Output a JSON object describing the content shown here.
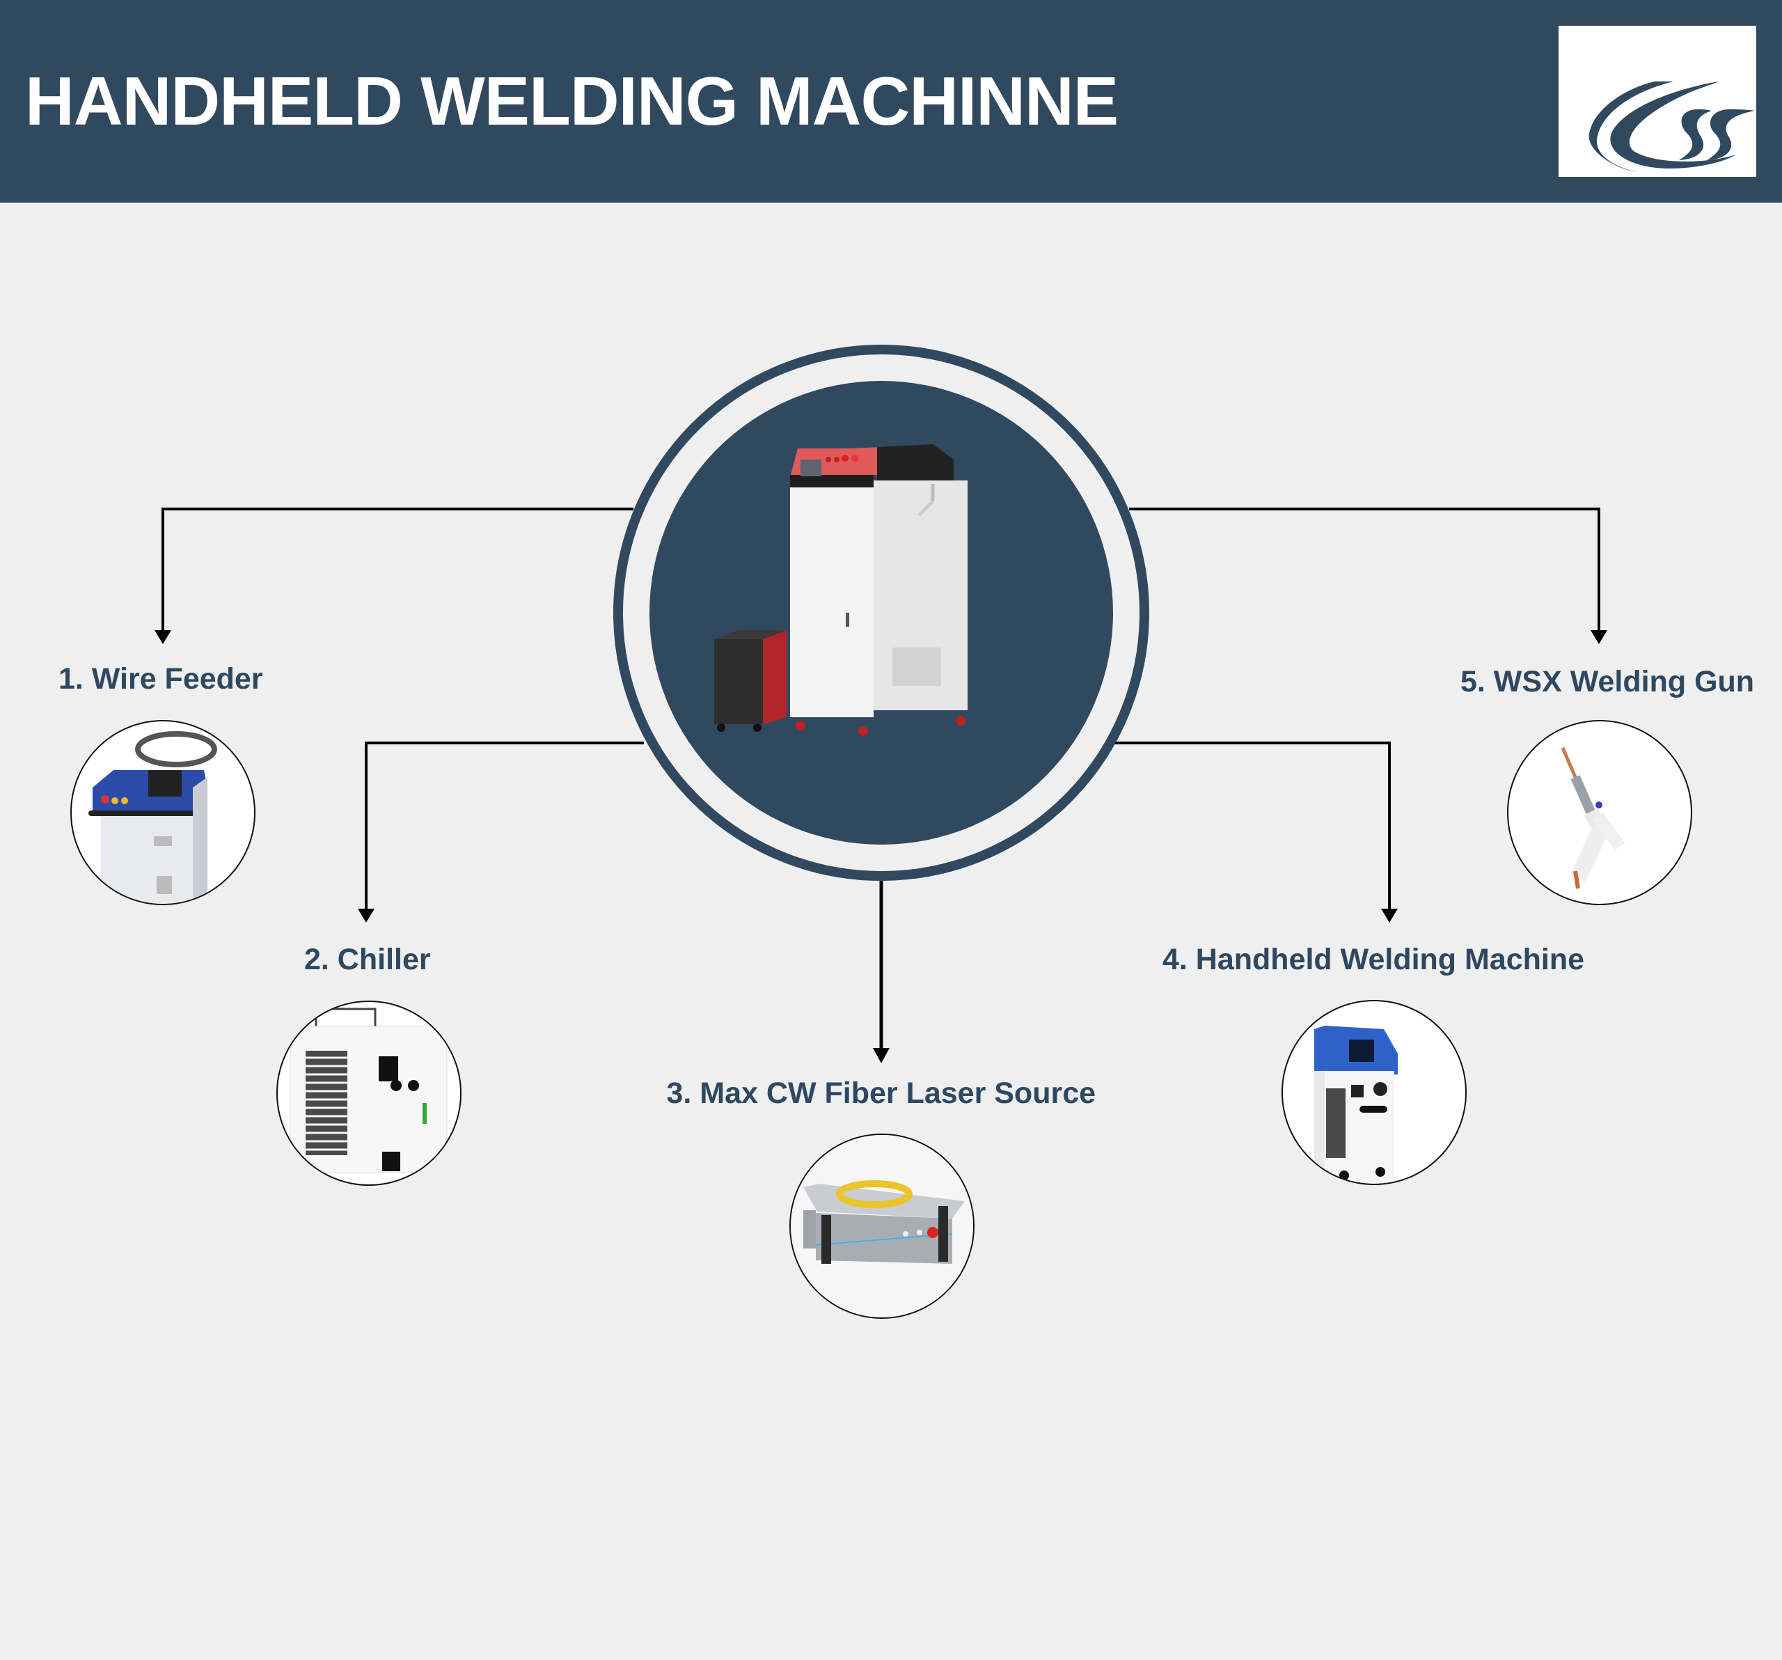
{
  "header": {
    "title": "HANDHELD WELDING MACHINNE",
    "logo": "css-swoosh-logo",
    "background_color": "#31495f"
  },
  "hub": {
    "image": "handheld-laser-welding-machine-with-wire-feeder",
    "ring_color": "#31495f",
    "fill_color": "#31495f"
  },
  "components": [
    {
      "number": "1.",
      "label": "1. Wire Feeder",
      "image": "wire-feeder-unit"
    },
    {
      "number": "2.",
      "label": "2. Chiller",
      "image": "water-chiller-unit"
    },
    {
      "number": "3.",
      "label": "3. Max CW Fiber Laser Source",
      "image": "fiber-laser-source-box"
    },
    {
      "number": "4.",
      "label": "4. Handheld Welding Machine",
      "image": "blue-handheld-welding-machine"
    },
    {
      "number": "5.",
      "label": "5. WSX Welding Gun",
      "image": "wsx-welding-gun"
    }
  ],
  "colors": {
    "background": "#efefef",
    "label_text": "#2f4861",
    "connector": "#000000"
  }
}
